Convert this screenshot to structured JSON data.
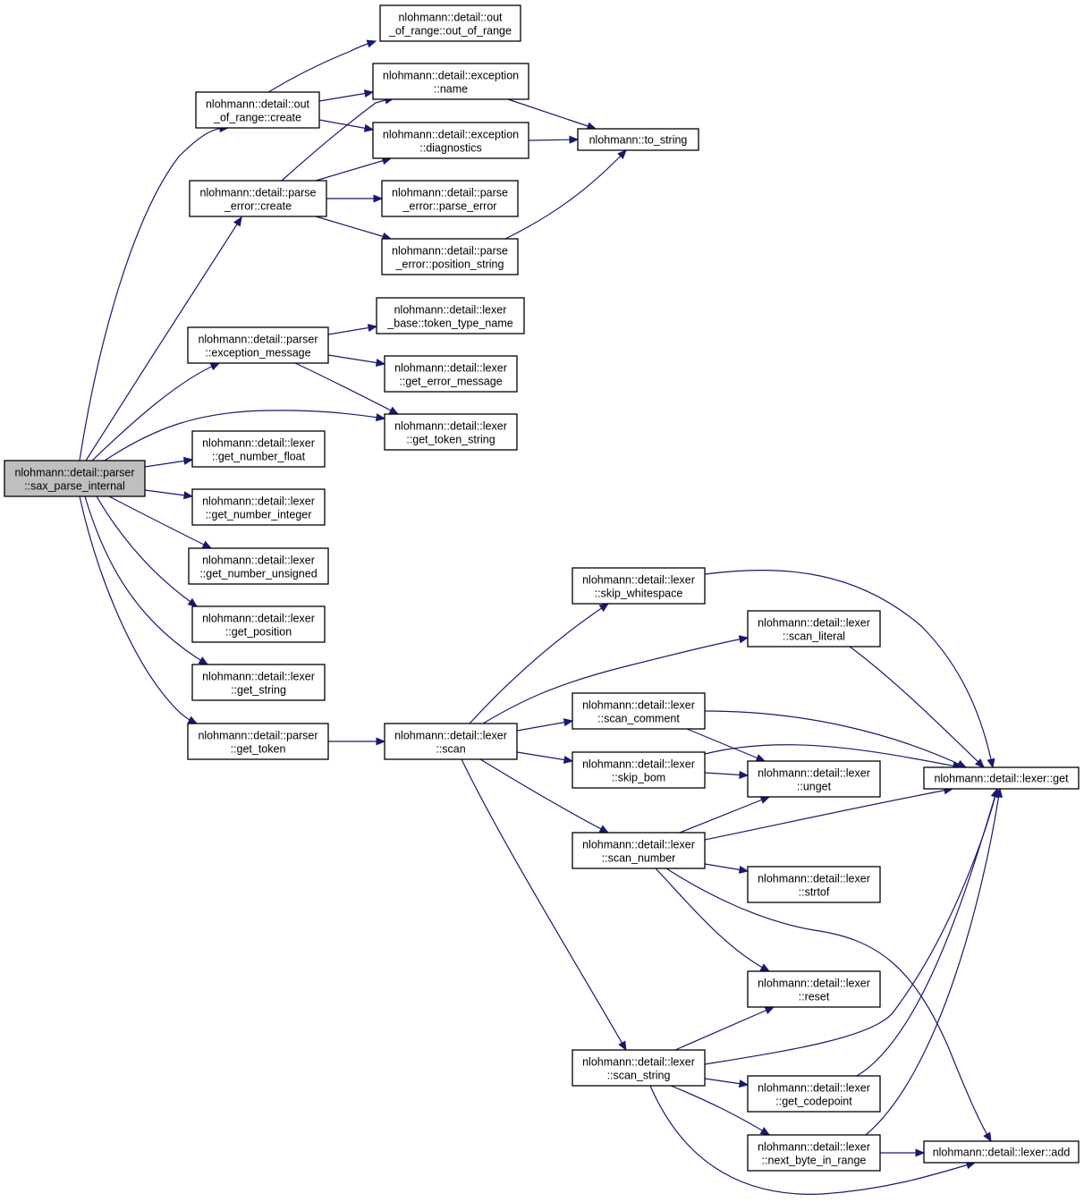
{
  "nodes": [
    {
      "id": "root",
      "lines": [
        "nlohmann::detail::parser",
        "::sax_parse_internal"
      ],
      "root": true
    },
    {
      "id": "oor_create",
      "lines": [
        "nlohmann::detail::out",
        "_of_range::create"
      ]
    },
    {
      "id": "oor_ctor",
      "lines": [
        "nlohmann::detail::out",
        "_of_range::out_of_range"
      ]
    },
    {
      "id": "exc_name",
      "lines": [
        "nlohmann::detail::exception",
        "::name"
      ]
    },
    {
      "id": "exc_diag",
      "lines": [
        "nlohmann::detail::exception",
        "::diagnostics"
      ]
    },
    {
      "id": "to_string",
      "lines": [
        "nlohmann::to_string"
      ]
    },
    {
      "id": "pe_create",
      "lines": [
        "nlohmann::detail::parse",
        "_error::create"
      ]
    },
    {
      "id": "pe_ctor",
      "lines": [
        "nlohmann::detail::parse",
        "_error::parse_error"
      ]
    },
    {
      "id": "pe_posstr",
      "lines": [
        "nlohmann::detail::parse",
        "_error::position_string"
      ]
    },
    {
      "id": "p_excmsg",
      "lines": [
        "nlohmann::detail::parser",
        "::exception_message"
      ]
    },
    {
      "id": "lb_ttn",
      "lines": [
        "nlohmann::detail::lexer",
        "_base::token_type_name"
      ]
    },
    {
      "id": "l_errmsg",
      "lines": [
        "nlohmann::detail::lexer",
        "::get_error_message"
      ]
    },
    {
      "id": "l_tokstr",
      "lines": [
        "nlohmann::detail::lexer",
        "::get_token_string"
      ]
    },
    {
      "id": "l_numfloat",
      "lines": [
        "nlohmann::detail::lexer",
        "::get_number_float"
      ]
    },
    {
      "id": "l_numint",
      "lines": [
        "nlohmann::detail::lexer",
        "::get_number_integer"
      ]
    },
    {
      "id": "l_numuns",
      "lines": [
        "nlohmann::detail::lexer",
        "::get_number_unsigned"
      ]
    },
    {
      "id": "l_pos",
      "lines": [
        "nlohmann::detail::lexer",
        "::get_position"
      ]
    },
    {
      "id": "l_getstr",
      "lines": [
        "nlohmann::detail::lexer",
        "::get_string"
      ]
    },
    {
      "id": "p_gettok",
      "lines": [
        "nlohmann::detail::parser",
        "::get_token"
      ]
    },
    {
      "id": "l_scan",
      "lines": [
        "nlohmann::detail::lexer",
        "::scan"
      ]
    },
    {
      "id": "l_skipws",
      "lines": [
        "nlohmann::detail::lexer",
        "::skip_whitespace"
      ]
    },
    {
      "id": "l_scanlit",
      "lines": [
        "nlohmann::detail::lexer",
        "::scan_literal"
      ]
    },
    {
      "id": "l_scancom",
      "lines": [
        "nlohmann::detail::lexer",
        "::scan_comment"
      ]
    },
    {
      "id": "l_skipbom",
      "lines": [
        "nlohmann::detail::lexer",
        "::skip_bom"
      ]
    },
    {
      "id": "l_unget",
      "lines": [
        "nlohmann::detail::lexer",
        "::unget"
      ]
    },
    {
      "id": "l_get",
      "lines": [
        "nlohmann::detail::lexer::get"
      ]
    },
    {
      "id": "l_scannum",
      "lines": [
        "nlohmann::detail::lexer",
        "::scan_number"
      ]
    },
    {
      "id": "l_strtof",
      "lines": [
        "nlohmann::detail::lexer",
        "::strtof"
      ]
    },
    {
      "id": "l_reset",
      "lines": [
        "nlohmann::detail::lexer",
        "::reset"
      ]
    },
    {
      "id": "l_scanstr",
      "lines": [
        "nlohmann::detail::lexer",
        "::scan_string"
      ]
    },
    {
      "id": "l_getcp",
      "lines": [
        "nlohmann::detail::lexer",
        "::get_codepoint"
      ]
    },
    {
      "id": "l_nbir",
      "lines": [
        "nlohmann::detail::lexer",
        "::next_byte_in_range"
      ]
    },
    {
      "id": "l_add",
      "lines": [
        "nlohmann::detail::lexer::add"
      ]
    }
  ],
  "edges": [
    [
      "root",
      "oor_create"
    ],
    [
      "root",
      "pe_create"
    ],
    [
      "root",
      "p_excmsg"
    ],
    [
      "root",
      "l_tokstr"
    ],
    [
      "root",
      "l_numfloat"
    ],
    [
      "root",
      "l_numint"
    ],
    [
      "root",
      "l_numuns"
    ],
    [
      "root",
      "l_pos"
    ],
    [
      "root",
      "l_getstr"
    ],
    [
      "root",
      "p_gettok"
    ],
    [
      "oor_create",
      "oor_ctor"
    ],
    [
      "oor_create",
      "exc_name"
    ],
    [
      "oor_create",
      "exc_diag"
    ],
    [
      "pe_create",
      "exc_name"
    ],
    [
      "pe_create",
      "exc_diag"
    ],
    [
      "pe_create",
      "pe_ctor"
    ],
    [
      "pe_create",
      "pe_posstr"
    ],
    [
      "exc_name",
      "to_string"
    ],
    [
      "exc_diag",
      "to_string"
    ],
    [
      "pe_posstr",
      "to_string"
    ],
    [
      "p_excmsg",
      "lb_ttn"
    ],
    [
      "p_excmsg",
      "l_errmsg"
    ],
    [
      "p_excmsg",
      "l_tokstr"
    ],
    [
      "p_gettok",
      "l_scan"
    ],
    [
      "l_scan",
      "l_skipws"
    ],
    [
      "l_scan",
      "l_scanlit"
    ],
    [
      "l_scan",
      "l_scancom"
    ],
    [
      "l_scan",
      "l_skipbom"
    ],
    [
      "l_scan",
      "l_scannum"
    ],
    [
      "l_scan",
      "l_scanstr"
    ],
    [
      "l_skipws",
      "l_get"
    ],
    [
      "l_scanlit",
      "l_get"
    ],
    [
      "l_scancom",
      "l_get"
    ],
    [
      "l_scancom",
      "l_unget"
    ],
    [
      "l_skipbom",
      "l_get"
    ],
    [
      "l_skipbom",
      "l_unget"
    ],
    [
      "l_scannum",
      "l_unget"
    ],
    [
      "l_scannum",
      "l_get"
    ],
    [
      "l_scannum",
      "l_strtof"
    ],
    [
      "l_scannum",
      "l_reset"
    ],
    [
      "l_scannum",
      "l_add"
    ],
    [
      "l_scanstr",
      "l_reset"
    ],
    [
      "l_scanstr",
      "l_get"
    ],
    [
      "l_scanstr",
      "l_getcp"
    ],
    [
      "l_scanstr",
      "l_nbir"
    ],
    [
      "l_scanstr",
      "l_add"
    ],
    [
      "l_getcp",
      "l_get"
    ],
    [
      "l_nbir",
      "l_get"
    ],
    [
      "l_nbir",
      "l_add"
    ]
  ]
}
